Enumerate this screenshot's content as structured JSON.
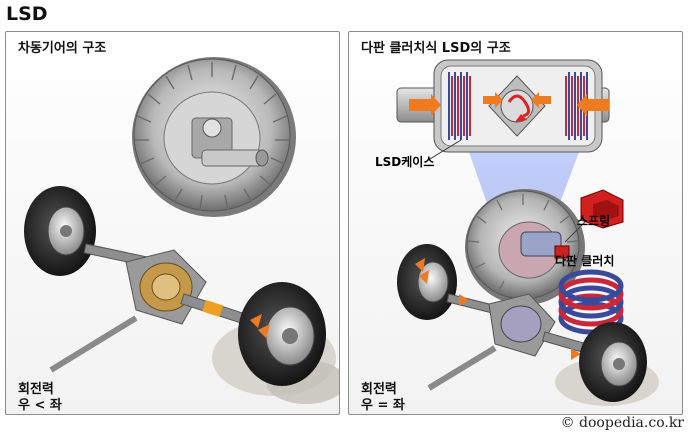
{
  "title": "LSD",
  "left_panel": {
    "title": "차동기어의 구조",
    "caption_line1": "회전력",
    "caption_line2": "우 < 좌"
  },
  "right_panel": {
    "title": "다판 클러치식 LSD의 구조",
    "label_case": "LSD케이스",
    "label_spring": "스프링",
    "label_clutch": "다판 클러치",
    "caption_line1": "회전력",
    "caption_line2": "우 = 좌"
  },
  "copyright": "© doopedia.co.kr",
  "colors": {
    "arrow_orange": "#f07a20",
    "clutch_red": "#c8283a",
    "clutch_blue": "#3a4a9a",
    "spring_red": "#d02020",
    "metal": "#9a9a9a",
    "tire": "#2b2b2b"
  }
}
